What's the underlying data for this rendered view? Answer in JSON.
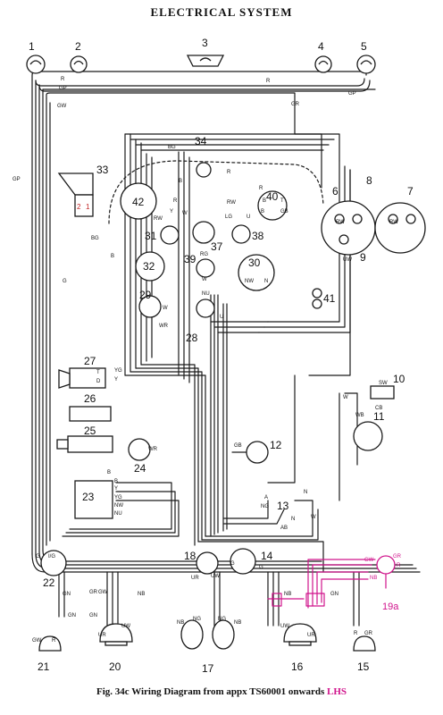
{
  "title": "ELECTRICAL SYSTEM",
  "caption": {
    "prefix": "Fig. 34c  Wiring Diagram from appx TS60001 onwards",
    "highlight": "LHS"
  },
  "colors": {
    "wire": "#1a1a1a",
    "highlight": "#d0148c",
    "marker": "#c02020"
  },
  "components": [
    {
      "id": "1"
    },
    {
      "id": "2"
    },
    {
      "id": "3"
    },
    {
      "id": "4"
    },
    {
      "id": "5"
    },
    {
      "id": "6"
    },
    {
      "id": "7"
    },
    {
      "id": "8"
    },
    {
      "id": "9"
    },
    {
      "id": "10"
    },
    {
      "id": "11"
    },
    {
      "id": "12"
    },
    {
      "id": "13"
    },
    {
      "id": "14"
    },
    {
      "id": "15"
    },
    {
      "id": "16"
    },
    {
      "id": "17"
    },
    {
      "id": "18"
    },
    {
      "id": "19a"
    },
    {
      "id": "20"
    },
    {
      "id": "21"
    },
    {
      "id": "22"
    },
    {
      "id": "23"
    },
    {
      "id": "24"
    },
    {
      "id": "25"
    },
    {
      "id": "26"
    },
    {
      "id": "27"
    },
    {
      "id": "28"
    },
    {
      "id": "29"
    },
    {
      "id": "30"
    },
    {
      "id": "31"
    },
    {
      "id": "32"
    },
    {
      "id": "33"
    },
    {
      "id": "34"
    },
    {
      "id": "37"
    },
    {
      "id": "38"
    },
    {
      "id": "39"
    },
    {
      "id": "40"
    },
    {
      "id": "41"
    },
    {
      "id": "42"
    }
  ],
  "wire_labels": {
    "r": "R",
    "gp": "GP",
    "gw": "GW",
    "gr": "GR",
    "bg": "BG",
    "b": "B",
    "g": "G",
    "rw": "RW",
    "y": "Y",
    "w": "W",
    "u": "U",
    "wr": "WR",
    "nu": "NU",
    "lg": "LG",
    "yg": "YG",
    "nw": "NW",
    "n": "N",
    "ng": "NG",
    "ur": "UR",
    "uw": "UW",
    "nb": "NB",
    "gn": "GN",
    "sw": "SW",
    "wb": "WB",
    "cb": "CB",
    "d": "D",
    "t": "T",
    "i": "I",
    "rg": "RG",
    "gb": "GB",
    "slash_g": "I/G",
    "ab": "AB",
    "a": "A"
  },
  "markers": {
    "m2": "2",
    "m1": "1"
  }
}
